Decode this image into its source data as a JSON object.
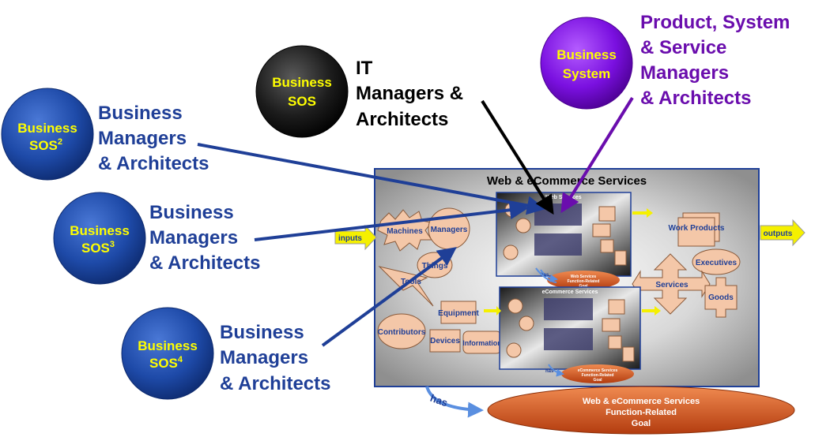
{
  "circles": {
    "sos2": {
      "line1": "Business",
      "line2": "SOS",
      "sup": "2"
    },
    "sos3": {
      "line1": "Business",
      "line2": "SOS",
      "sup": "3"
    },
    "sos4": {
      "line1": "Business",
      "line2": "SOS",
      "sup": "4"
    },
    "it": {
      "line1": "Business",
      "line2": "SOS"
    },
    "system": {
      "line1": "Business",
      "line2": "System"
    }
  },
  "labels": {
    "sos2": [
      "Business",
      "Managers",
      "& Architects"
    ],
    "sos3": [
      "Business",
      "Managers",
      "& Architects"
    ],
    "sos4": [
      "Business",
      "Managers",
      "& Architects"
    ],
    "it": [
      "IT",
      "Managers &",
      "Architects"
    ],
    "system": [
      "Product, System",
      "& Service",
      "Managers",
      "& Architects"
    ]
  },
  "colors": {
    "blue_text": "#1f3f97",
    "purple": "#6a0dad",
    "black": "#000000",
    "yellow_label": "#ffff00",
    "arrow_yellow": "#f5f000",
    "goal_orange": "#d9531e"
  },
  "main": {
    "title": "Web & eCommerce Services",
    "inputs": "inputs",
    "outputs": "outputs",
    "has": "has",
    "left_items": [
      "Machines",
      "Managers",
      "Things",
      "Tools",
      "Equipment",
      "Contributors",
      "Devices",
      "Information"
    ],
    "right_items": [
      "Work Products",
      "Executives",
      "Services",
      "Goods"
    ],
    "inner_top_title": "Web Services",
    "inner_bottom_title": "eCommerce Services",
    "inner_top_goal": [
      "Web Services",
      "Function-Related",
      "Goal"
    ],
    "inner_bottom_goal": [
      "eCommerce Services",
      "Function-Related",
      "Goal"
    ]
  },
  "bottom_goal": {
    "has": "has",
    "lines": [
      "Web & eCommerce Services",
      "Function-Related",
      "Goal"
    ]
  }
}
